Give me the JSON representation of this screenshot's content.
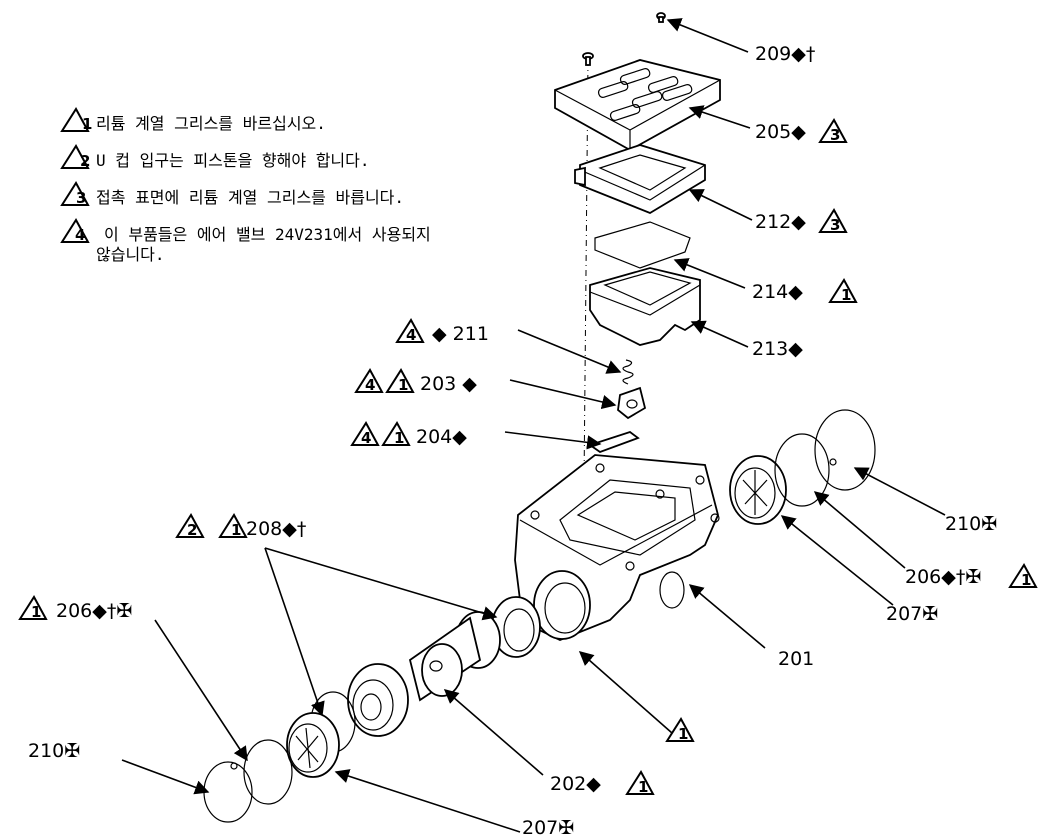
{
  "notes": [
    {
      "num": "1",
      "text": "리튬 계열 그리스를 바르십시오."
    },
    {
      "num": "2",
      "text": "U 컵 입구는 피스톤을 향해야 합니다."
    },
    {
      "num": "3",
      "text": "접촉 표면에 리튬 계열 그리스를 바릅니다."
    },
    {
      "num": "4",
      "text_line1": "이 부품들은 에어 밸브 24V231에서 사용되지",
      "text_line2": "않습니다."
    }
  ],
  "callouts": {
    "p209": "209◆†",
    "p205": "205◆",
    "p212": "212◆",
    "p214": "214◆",
    "p213": "213◆",
    "p211": "◆ 211",
    "p203": "203 ◆",
    "p204": "204◆",
    "p210_right": "210✠",
    "p206_right": "206◆†✠",
    "p207_right": "207✠",
    "p201": "201",
    "p208": "208◆†",
    "p206_left": "206◆†✠",
    "p210_left": "210✠",
    "p202": "202◆",
    "p207_bottom": "207✠"
  },
  "triangle_numbers": {
    "one": "1",
    "two": "2",
    "three": "3",
    "four": "4"
  }
}
